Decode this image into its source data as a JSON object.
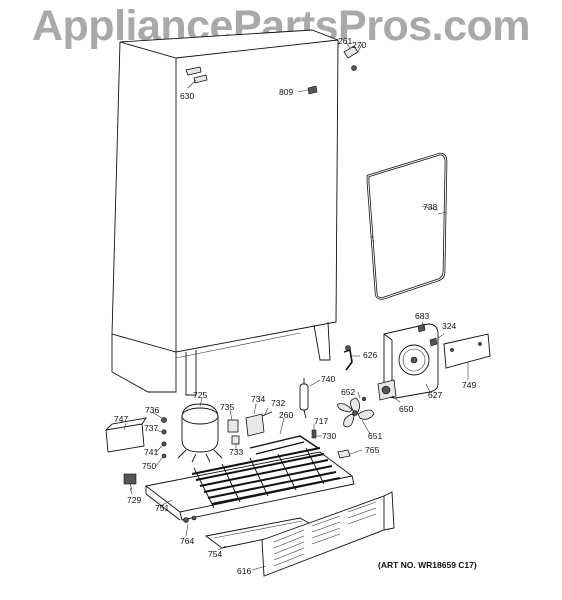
{
  "watermark": "AppliancePartsPros.com",
  "art_number": "(ART NO. WR18659 C17)",
  "callouts": [
    {
      "id": "261",
      "text": "261"
    },
    {
      "id": "270",
      "text": "270"
    },
    {
      "id": "630",
      "text": "630"
    },
    {
      "id": "809",
      "text": "809"
    },
    {
      "id": "738",
      "text": "738"
    },
    {
      "id": "683",
      "text": "683"
    },
    {
      "id": "324",
      "text": "324"
    },
    {
      "id": "626",
      "text": "626"
    },
    {
      "id": "749",
      "text": "749"
    },
    {
      "id": "740",
      "text": "740"
    },
    {
      "id": "652",
      "text": "652"
    },
    {
      "id": "650",
      "text": "650"
    },
    {
      "id": "627",
      "text": "627"
    },
    {
      "id": "725",
      "text": "725"
    },
    {
      "id": "734",
      "text": "734"
    },
    {
      "id": "732",
      "text": "732"
    },
    {
      "id": "736",
      "text": "736"
    },
    {
      "id": "735",
      "text": "735"
    },
    {
      "id": "260",
      "text": "260"
    },
    {
      "id": "747",
      "text": "747"
    },
    {
      "id": "737",
      "text": "737"
    },
    {
      "id": "717",
      "text": "717"
    },
    {
      "id": "730",
      "text": "730"
    },
    {
      "id": "651",
      "text": "651"
    },
    {
      "id": "741",
      "text": "741"
    },
    {
      "id": "733",
      "text": "733"
    },
    {
      "id": "765",
      "text": "765"
    },
    {
      "id": "750",
      "text": "750"
    },
    {
      "id": "729",
      "text": "729"
    },
    {
      "id": "751",
      "text": "751"
    },
    {
      "id": "764",
      "text": "764"
    },
    {
      "id": "754",
      "text": "754"
    },
    {
      "id": "616",
      "text": "616"
    }
  ]
}
